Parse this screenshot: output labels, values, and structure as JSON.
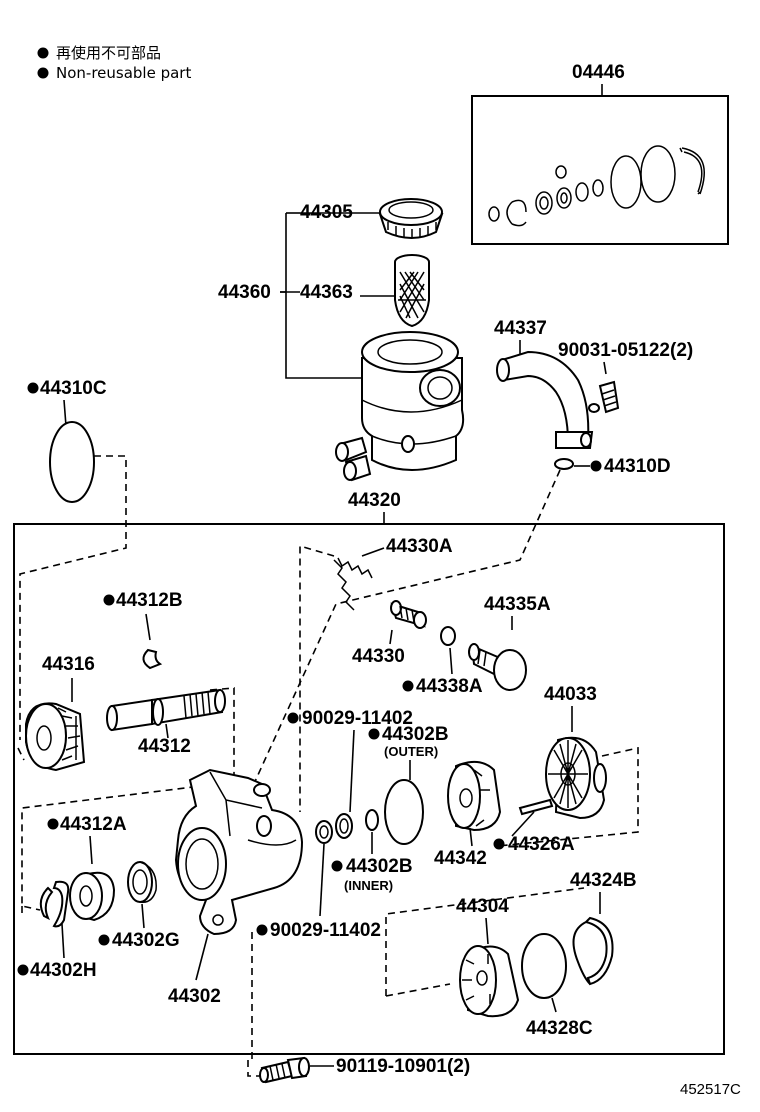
{
  "legend": {
    "jp": "再使用不可部品",
    "en": "Non-reusable part"
  },
  "labels": {
    "kit": "04446",
    "cap": "44305",
    "reservoir": "44360",
    "strainer": "44363",
    "pipe": "44337",
    "pipe_bolt": "90031-05122(2)",
    "oring_c": "44310C",
    "gasket_d": "44310D",
    "pump_assy": "44320",
    "spring": "44330A",
    "snap_b": "44312B",
    "valve": "44330",
    "union": "44335A",
    "pulley": "44316",
    "shaft": "44312",
    "oring_338a": "44338A",
    "housing_assy": "44033",
    "oring_11402_top": "90029-11402",
    "oring_302b_outer": "44302B",
    "outer_note": "(OUTER)",
    "snap_a": "44312A",
    "cam_ring": "44342",
    "pin": "44326A",
    "oring_302b_inner": "44302B",
    "inner_note": "(INNER)",
    "seal_g": "44302G",
    "oring_11402_bottom": "90029-11402",
    "rotor_plate": "44304",
    "snap_324b": "44324B",
    "snap_h": "44302H",
    "front_housing": "44302",
    "oring_328c": "44328C",
    "bolt": "90119-10901(2)",
    "figure_code": "452517C"
  }
}
